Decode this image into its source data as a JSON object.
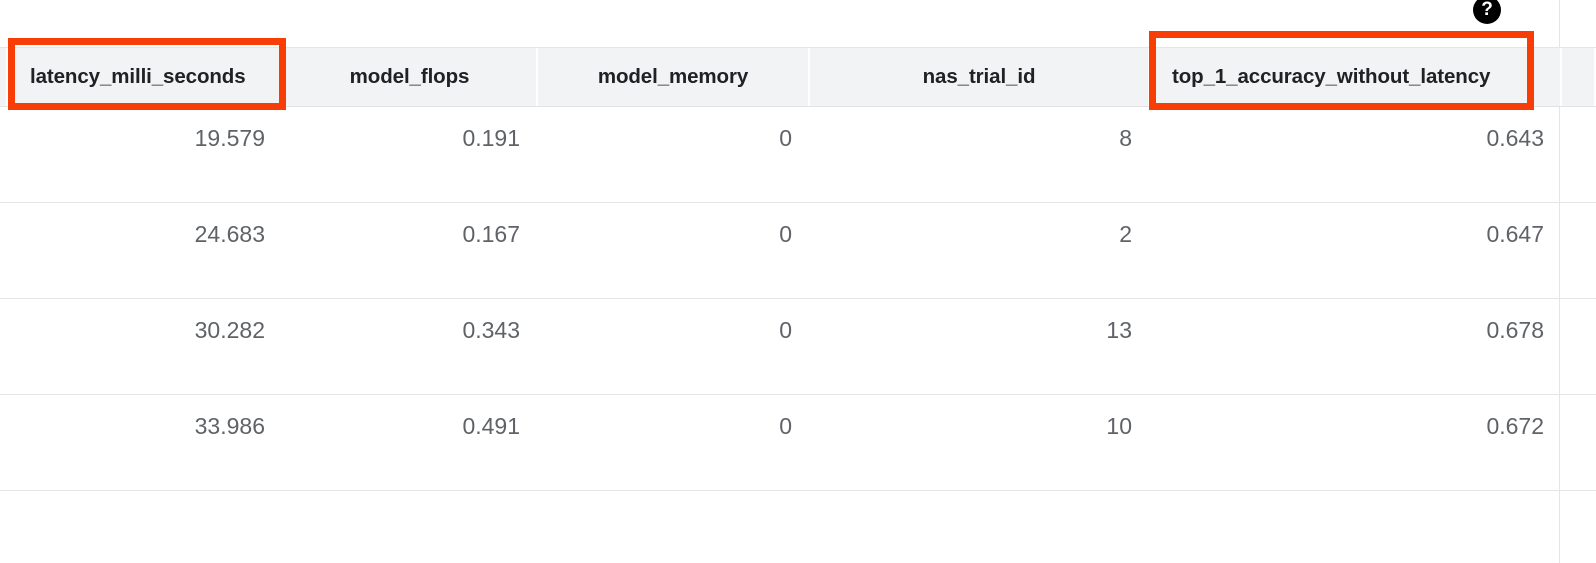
{
  "help": {
    "icon": "help-icon",
    "glyph": "?"
  },
  "table": {
    "columns": [
      {
        "key": "latency_milli_seconds",
        "label": "latency_milli_seconds",
        "align": "left",
        "highlighted": true
      },
      {
        "key": "model_flops",
        "label": "model_flops",
        "align": "center",
        "highlighted": false
      },
      {
        "key": "model_memory",
        "label": "model_memory",
        "align": "center",
        "highlighted": false
      },
      {
        "key": "nas_trial_id",
        "label": "nas_trial_id",
        "align": "center",
        "highlighted": false
      },
      {
        "key": "top_1_accuracy_without_latency",
        "label": "top_1_accuracy_without_latency",
        "align": "left",
        "highlighted": true
      }
    ],
    "rows": [
      {
        "latency_milli_seconds": "19.579",
        "model_flops": "0.191",
        "model_memory": "0",
        "nas_trial_id": "8",
        "top_1_accuracy_without_latency": "0.643"
      },
      {
        "latency_milli_seconds": "24.683",
        "model_flops": "0.167",
        "model_memory": "0",
        "nas_trial_id": "2",
        "top_1_accuracy_without_latency": "0.647"
      },
      {
        "latency_milli_seconds": "30.282",
        "model_flops": "0.343",
        "model_memory": "0",
        "nas_trial_id": "13",
        "top_1_accuracy_without_latency": "0.678"
      },
      {
        "latency_milli_seconds": "33.986",
        "model_flops": "0.491",
        "model_memory": "0",
        "nas_trial_id": "10",
        "top_1_accuracy_without_latency": "0.672"
      }
    ]
  },
  "annotations": [
    {
      "name": "latency-column-highlight",
      "target": "latency_milli_seconds",
      "color": "#f93d06"
    },
    {
      "name": "accuracy-column-highlight",
      "target": "top_1_accuracy_without_latency",
      "color": "#f93d06"
    }
  ],
  "colors": {
    "header_background": "#f1f3f4",
    "header_text": "#202124",
    "cell_text": "#5f6368",
    "row_divider": "#e3e5e7",
    "annotation": "#f93d06",
    "page_background": "#ffffff"
  }
}
